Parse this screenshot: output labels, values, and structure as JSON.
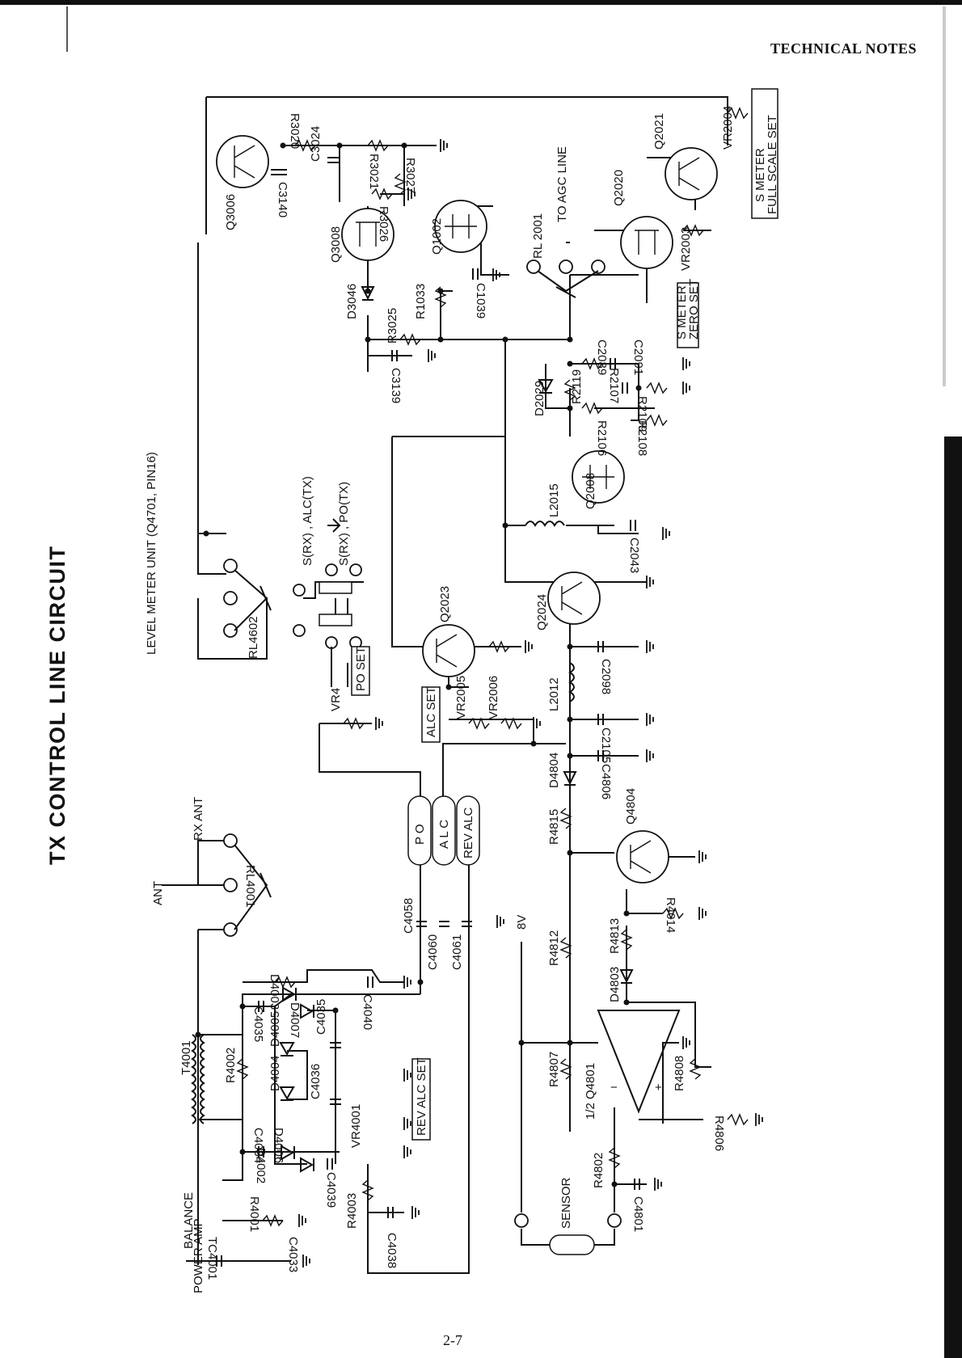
{
  "header": {
    "section": "TECHNICAL NOTES"
  },
  "title": "TX CONTROL LINE CIRCUIT",
  "page_number": "2-7",
  "labels": {
    "ant": "ANT",
    "rx_ant": "RX ANT",
    "rl4001": "RL4001",
    "power_amp": "POWER AMP",
    "balance": "BALANCE",
    "tc4001": "TC4001",
    "t4001": "T4001",
    "c4033": "C4033",
    "r4001": "R4001",
    "r4002": "R4002",
    "r4003": "R4003",
    "c4034": "C4034",
    "c4035a": "C4035",
    "c4035b": "C4035",
    "c4036": "C4036",
    "c4038": "C4038",
    "c4039": "C4039",
    "c4040": "C4040",
    "d4002": "D4002",
    "d4003": "D4003",
    "d4004": "D4004",
    "d4005": "D4005",
    "d4006": "D4006",
    "d4007": "D4007",
    "vr4001": "VR4001",
    "rev_alc_set": "REV ALC SET",
    "c4058": "C4058",
    "c4060": "C4060",
    "c4061": "C4061",
    "po": "P O",
    "alc": "A L C",
    "rev_alc": "REV ALC",
    "level_meter": "LEVEL METER UNIT (Q4701, PIN16)",
    "rl4602": "RL4602",
    "s_alc": "S(RX) , ALC(TX)",
    "s_po": "S(RX) , PO(TX)",
    "vr4": "VR4",
    "po_set": "PO SET",
    "alc_set": "ALC SET",
    "vr2005": "VR2005",
    "vr2006": "VR2006",
    "q2023": "Q2023",
    "q2024": "Q2024",
    "l2015": "L2015",
    "q2008": "Q2008",
    "c2043": "C2043",
    "c2098": "C2098",
    "l2012": "L2012",
    "c2105": "C2105",
    "c4806": "C4806",
    "d4804": "D4804",
    "r4815": "R4815",
    "q4804": "Q4804",
    "r4812": "R4812",
    "r4813": "R4813",
    "d4803": "D4803",
    "r4014": "R4014",
    "v8": "8V",
    "r4807": "R4807",
    "q4801": "1/2 Q4801",
    "r4808": "R4808",
    "r4806": "R4806",
    "r4802": "R4802",
    "c4801": "C4801",
    "sensor": "SENSOR",
    "q3006": "Q3006",
    "c3140": "C3140",
    "r3020": "R3020",
    "c3024": "C3024",
    "r3021": "R3021",
    "r3027": "R3027",
    "r3026": "R3026",
    "q3008": "Q3008",
    "d3046": "D3046",
    "r3025": "R3025",
    "c3139": "C3139",
    "r1033": "R1033",
    "q1002": "Q1002",
    "c1039": "C1039",
    "rl2001": "RL 2001",
    "to_agc": "TO AGC LINE",
    "q2020": "Q2020",
    "q2021": "Q2021",
    "vr2004": "VR2004",
    "vr2003": "VR2003",
    "s_meter_full_1": "S METER",
    "s_meter_full_2": "FULL SCALE SET",
    "s_meter_zero_1": "S METER",
    "s_meter_zero_2": "ZERO SET",
    "c2089": "C2089",
    "c2091": "C2091",
    "d2029": "D2029",
    "r2119": "R2119",
    "r2107": "R2107",
    "r2109": "R2109",
    "r2106": "R2106",
    "r2108": "R2108"
  }
}
